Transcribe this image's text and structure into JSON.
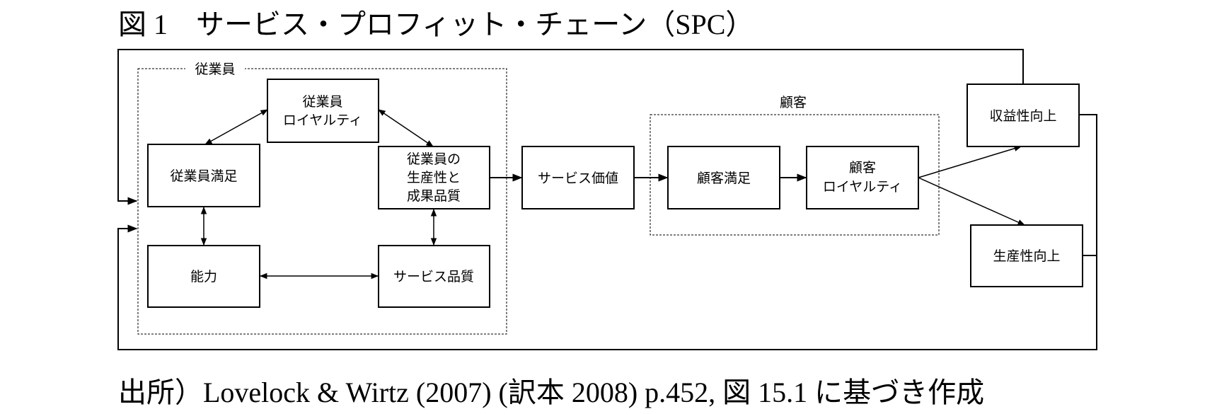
{
  "title": "図 1　サービス・プロフィット・チェーン（SPC）",
  "caption": "出所）Lovelock & Wirtz (2007) (訳本 2008) p.452,  図 15.1 に基づき作成",
  "groups": {
    "employee": "従業員",
    "customer": "顧客"
  },
  "nodes": {
    "employee_loyalty": [
      "従業員",
      "ロイヤルティ"
    ],
    "employee_satisfaction": [
      "従業員満足"
    ],
    "employee_productivity": [
      "従業員の",
      "生産性と",
      "成果品質"
    ],
    "capability": [
      "能力"
    ],
    "service_quality": [
      "サービス品質"
    ],
    "service_value": [
      "サービス価値"
    ],
    "customer_satisfaction": [
      "顧客満足"
    ],
    "customer_loyalty": [
      "顧客",
      "ロイヤルティ"
    ],
    "revenue_growth": [
      "収益性向上"
    ],
    "productivity_growth": [
      "生産性向上"
    ]
  }
}
